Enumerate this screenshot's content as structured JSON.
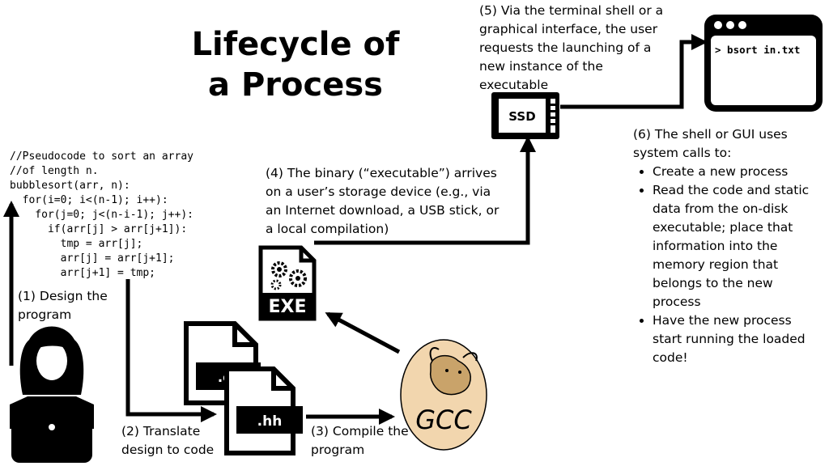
{
  "title": {
    "line1": "Lifecycle of",
    "line2": "a Process"
  },
  "code_lines": [
    "//Pseudocode to sort an array",
    "//of length n.",
    "bubblesort(arr, n):",
    "  for(i=0; i<(n-1); i++):",
    "    for(j=0; j<(n-i-1); j++):",
    "      if(arr[j] > arr[j+1]):",
    "        tmp = arr[j];",
    "        arr[j] = arr[j+1];",
    "        arr[j+1] = tmp;"
  ],
  "steps": {
    "s1": [
      "(1) Design the",
      "program"
    ],
    "s2": [
      "(2) Translate",
      "design to code"
    ],
    "s3": [
      "(3) Compile the",
      "program"
    ],
    "s4": [
      "(4) The binary (“executable”) arrives",
      "on a user’s storage device (e.g., via",
      "an Internet download, a USB stick, or",
      "a local compilation)"
    ],
    "s5": [
      "(5) Via the terminal shell or a",
      "graphical interface, the user",
      "requests the launching of a",
      "new instance of the",
      "executable"
    ],
    "s6_intro": [
      "(6) The shell or GUI uses",
      "system calls to:"
    ],
    "s6_bullets": [
      [
        "Create a new process"
      ],
      [
        "Read the code and static",
        "data from the on-disk",
        "executable; place that",
        "information into the",
        "memory region that",
        "belongs to the new",
        "process"
      ],
      [
        "Have the new process",
        "start running the loaded",
        "code!"
      ]
    ]
  },
  "icons": {
    "ssd_label": "SSD",
    "exe_label": "EXE",
    "cc_label": ".cc",
    "hh_label": ".hh",
    "gcc_label": "GCC",
    "terminal_command": "> bsort in.txt"
  },
  "colors": {
    "ink": "#000000",
    "egg": "#f2d6ae",
    "paper": "#ffffff"
  }
}
